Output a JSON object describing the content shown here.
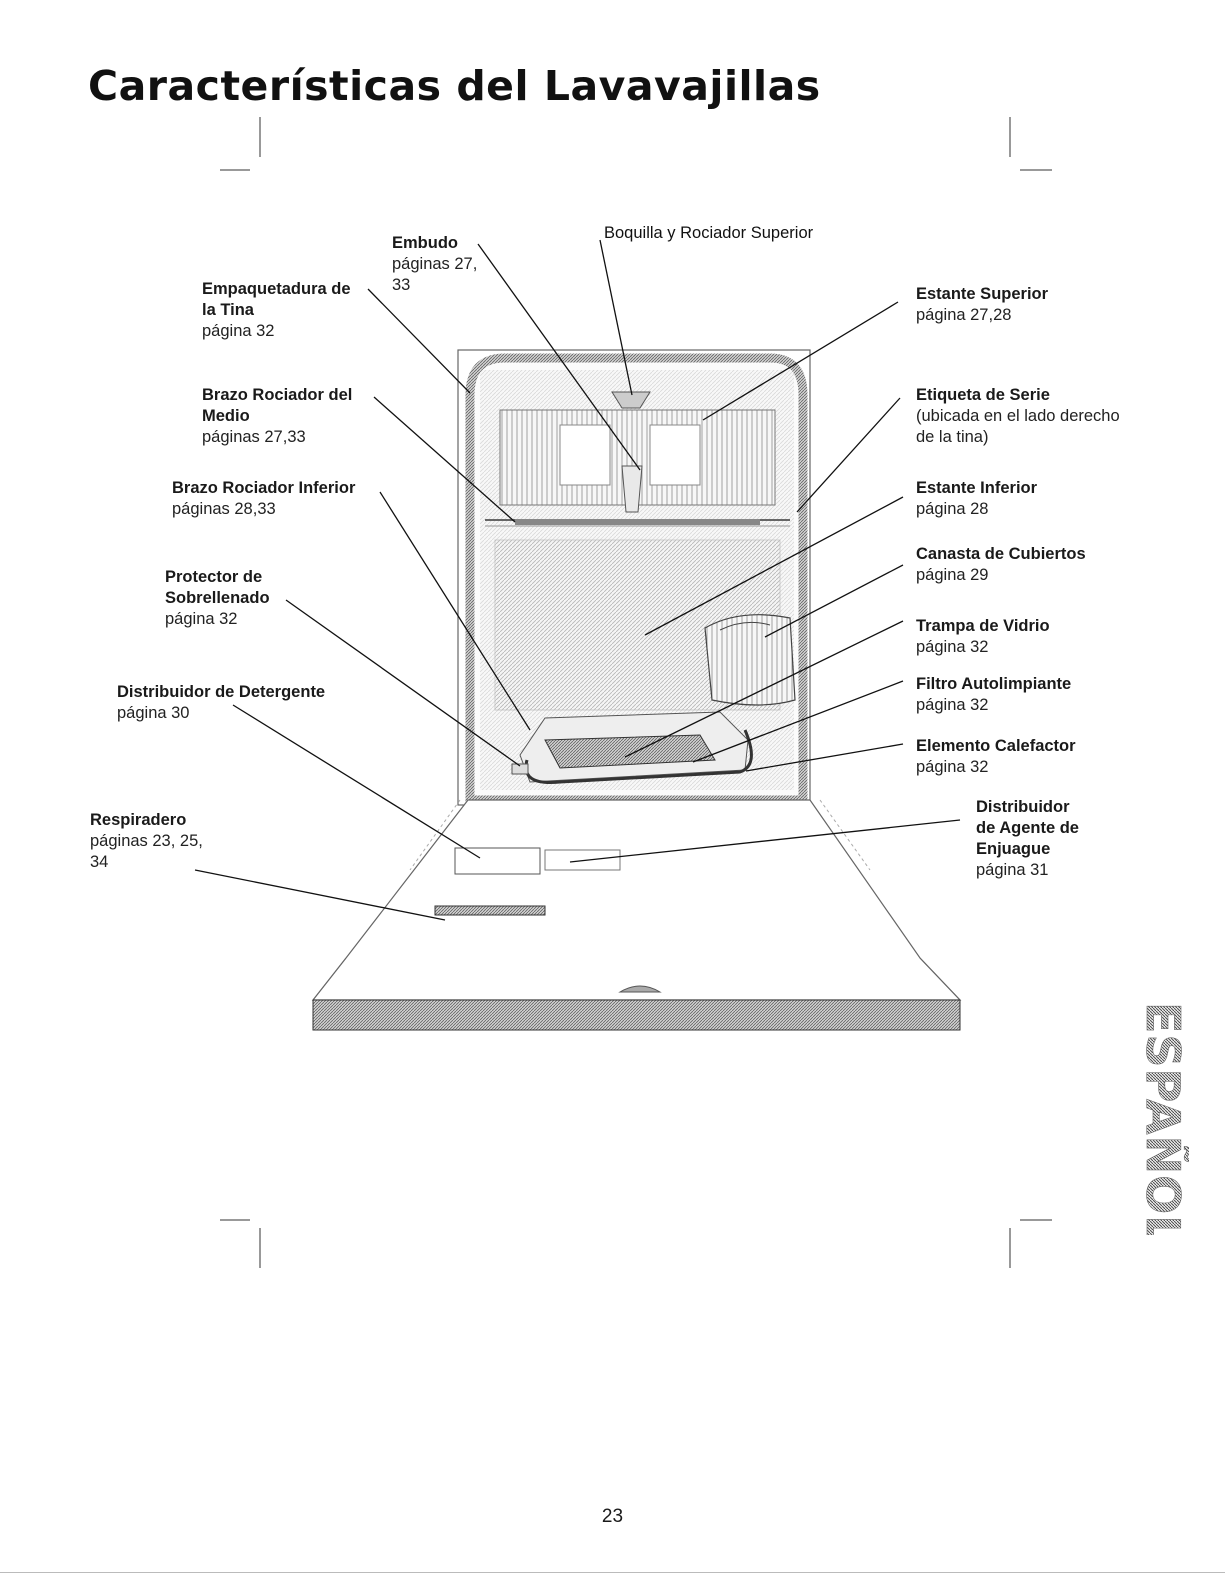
{
  "page": {
    "title": "Características del Lavavajillas",
    "side_tab_text": "ESPAÑOL",
    "page_number": "23"
  },
  "labels": {
    "embudo": {
      "name": "Embudo",
      "ref": "páginas 27,",
      "ref2": "33"
    },
    "boquilla": {
      "name": "Boquilla y Rociador Superior"
    },
    "empaquetadura": {
      "name": "Empaquetadura de",
      "name2": "la Tina",
      "ref": "página 32"
    },
    "brazo_medio": {
      "name": "Brazo Rociador del",
      "name2": "Medio",
      "ref": "páginas 27,33"
    },
    "brazo_inferior": {
      "name": "Brazo Rociador Inferior",
      "ref": "páginas 28,33"
    },
    "protector": {
      "name": "Protector de",
      "name2": "Sobrellenado",
      "ref": "página 32"
    },
    "distribuidor_detergente": {
      "name": "Distribuidor de Detergente",
      "ref": "página 30"
    },
    "respiradero": {
      "name": "Respiradero",
      "ref": "páginas 23, 25,",
      "ref2": "34"
    },
    "estante_superior": {
      "name": "Estante Superior",
      "ref": "página 27,28"
    },
    "etiqueta_serie": {
      "name": "Etiqueta de Serie",
      "ref": "(ubicada en el lado derecho",
      "ref2": "de la tina)"
    },
    "estante_inferior": {
      "name": "Estante Inferior",
      "ref": "página 28"
    },
    "canasta": {
      "name": "Canasta de Cubiertos",
      "ref": "página 29"
    },
    "trampa": {
      "name": "Trampa de Vidrio",
      "ref": "página 32"
    },
    "filtro": {
      "name": "Filtro Autolimpiante",
      "ref": "página 32"
    },
    "elemento": {
      "name": "Elemento Calefactor",
      "ref": "página 32"
    },
    "distribuidor_enjuague": {
      "name": "Distribuidor",
      "name2": "de Agente de",
      "name3": "Enjuague",
      "ref": "página 31"
    }
  }
}
